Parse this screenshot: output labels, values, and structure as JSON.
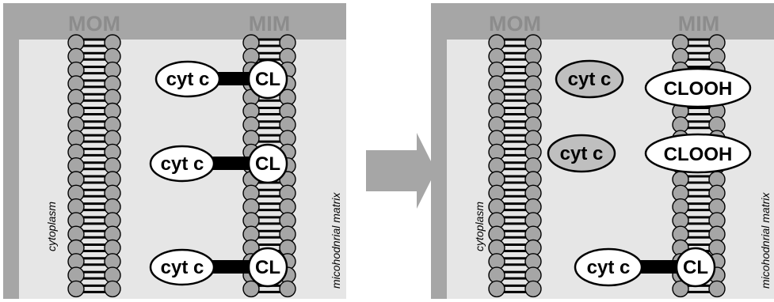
{
  "colors": {
    "frame": "#a6a6a6",
    "panel": "#e6e6e6",
    "header_text": "#8c8c8c",
    "lipid_head": "#a6a6a6",
    "arrow": "#a6a6a6",
    "free_cytc_fill": "#bfbfbf"
  },
  "left_panel": {
    "mom_label": "MOM",
    "mim_label": "MIM",
    "cytoplasm_label": "cytoplasm",
    "matrix_label": "micohodnrial matrix",
    "complexes": [
      {
        "cytc": "cyt c",
        "cl": "CL"
      },
      {
        "cytc": "cyt c",
        "cl": "CL"
      },
      {
        "cytc": "cyt c",
        "cl": "CL"
      }
    ]
  },
  "right_panel": {
    "mom_label": "MOM",
    "mim_label": "MIM",
    "cytoplasm_label": "cytoplasm",
    "matrix_label": "micohodnrial matrix",
    "free_cytc": [
      "cyt c",
      "cyt c"
    ],
    "oxidized": [
      "CLOOH",
      "CLOOH"
    ],
    "complex": {
      "cytc": "cyt c",
      "cl": "CL"
    }
  }
}
